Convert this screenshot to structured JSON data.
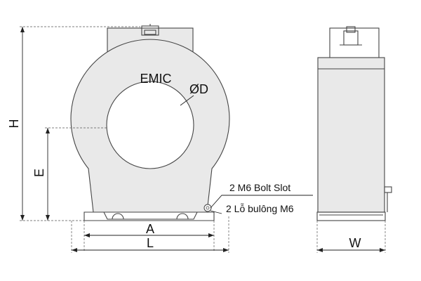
{
  "brand": "EMIC",
  "dimensions": {
    "diameter": "ØD",
    "height": "H",
    "center_height": "E",
    "bolt_spacing": "A",
    "base_length": "L",
    "width": "W"
  },
  "notes": {
    "bolt_slot_en": "2 M6 Bolt Slot",
    "bolt_slot_vi": "2 Lỗ bulông M6"
  },
  "colors": {
    "body": "#e9e9e9",
    "line": "#444444"
  }
}
